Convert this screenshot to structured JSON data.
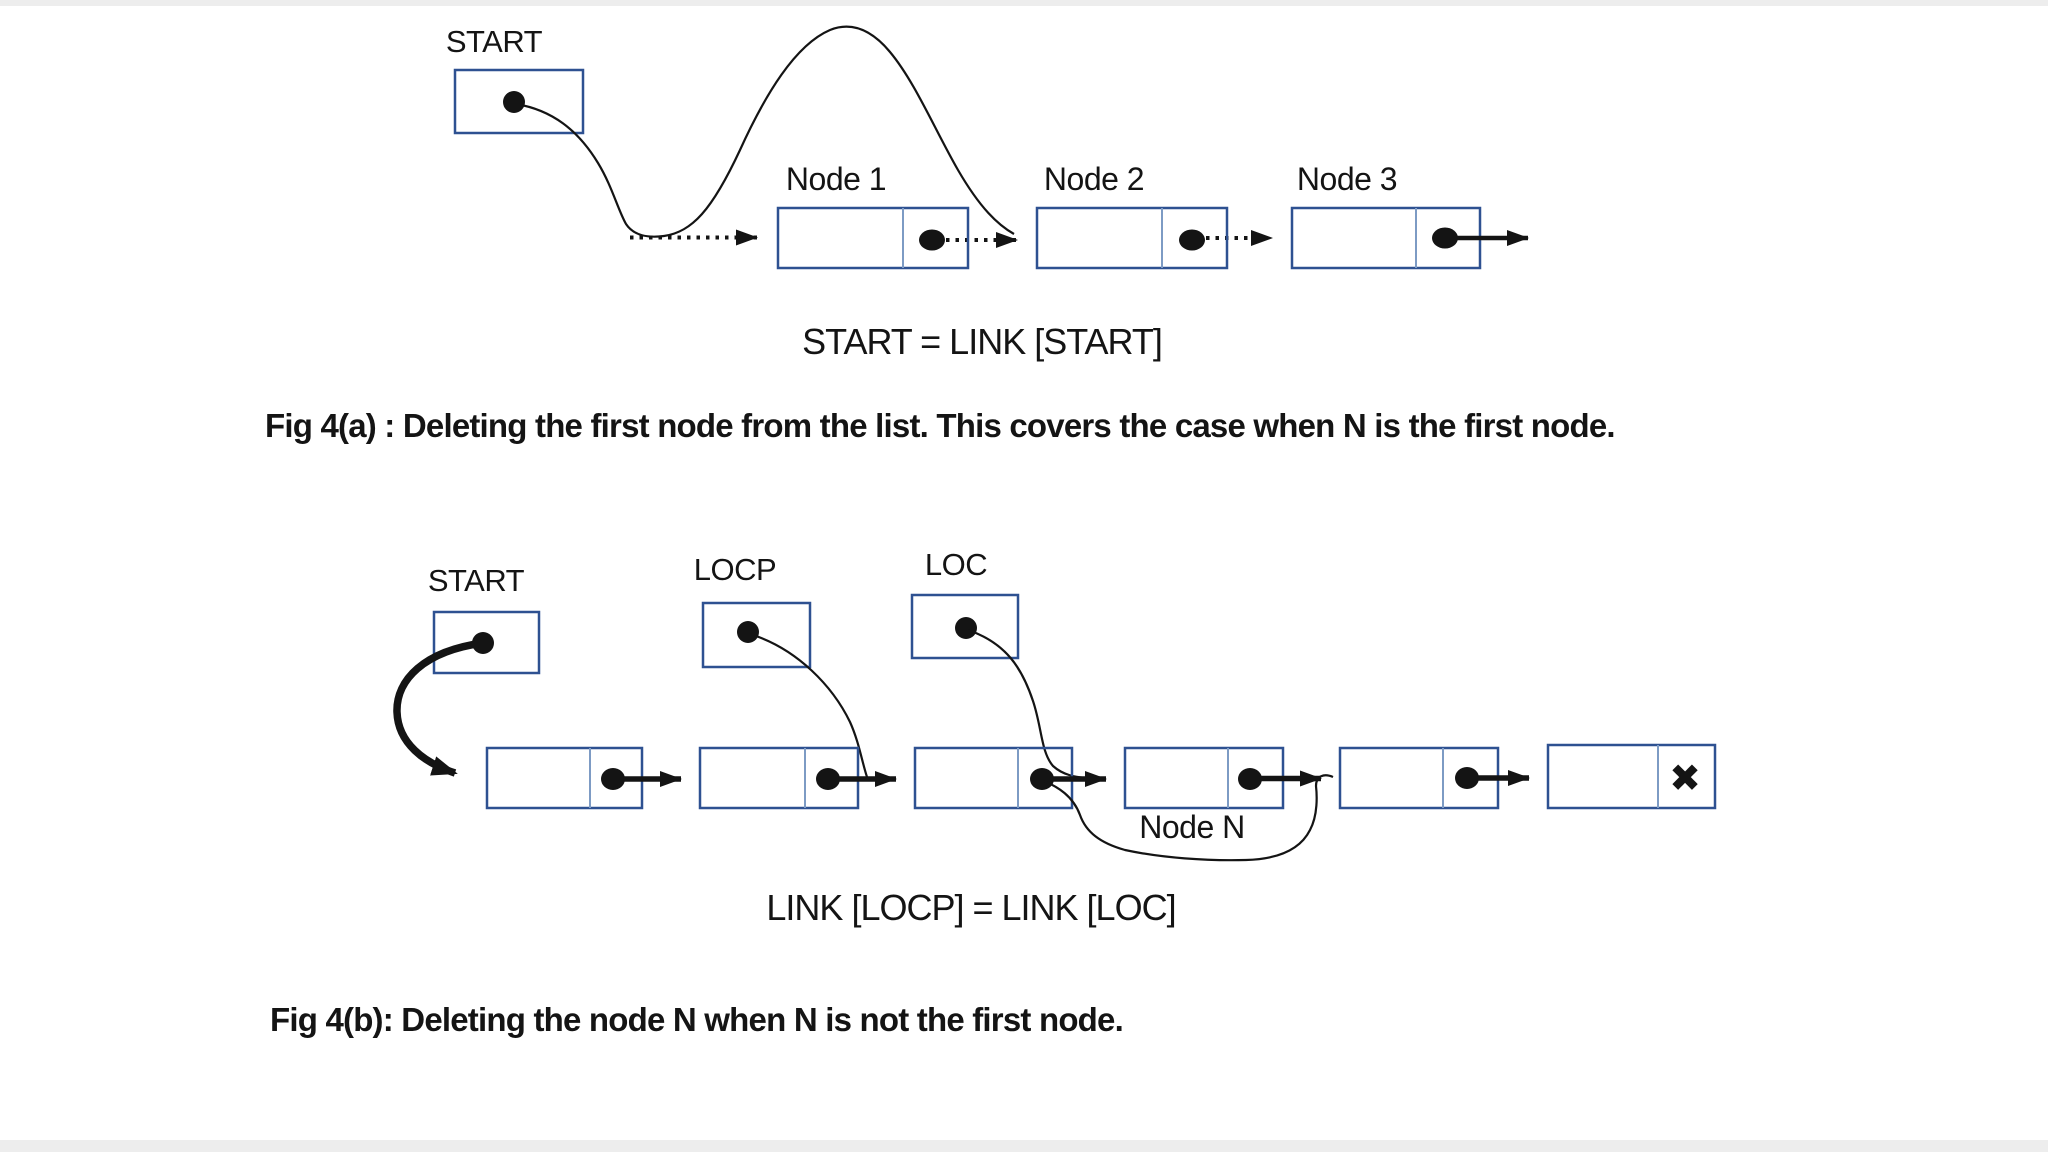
{
  "colors": {
    "background": "#fdfdfd",
    "box_border": "#2e5191",
    "box_divider": "#7d9bc4",
    "ink": "#141414",
    "edge_strip": "#ededed"
  },
  "fig_a": {
    "start_label": "START",
    "nodes": [
      "Node 1",
      "Node 2",
      "Node 3"
    ],
    "equation": "START = LINK [START]",
    "caption": "Fig 4(a) : Deleting the first node from the list. This covers the case when N is the first node."
  },
  "fig_b": {
    "start_label": "START",
    "locp_label": "LOCP",
    "loc_label": "LOC",
    "node_n_label": "Node N",
    "null_marker": "✖",
    "equation": "LINK [LOCP] = LINK [LOC]",
    "caption": "Fig 4(b): Deleting the node N when N is not the first node."
  }
}
